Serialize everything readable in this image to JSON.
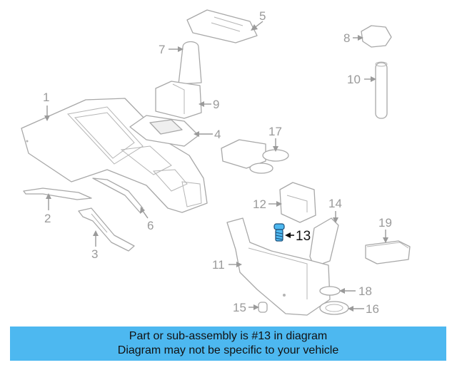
{
  "diagram": {
    "callouts": [
      {
        "id": "c1",
        "number": "1"
      },
      {
        "id": "c2",
        "number": "2"
      },
      {
        "id": "c3",
        "number": "3"
      },
      {
        "id": "c4",
        "number": "4"
      },
      {
        "id": "c5",
        "number": "5"
      },
      {
        "id": "c6",
        "number": "6"
      },
      {
        "id": "c7",
        "number": "7"
      },
      {
        "id": "c8",
        "number": "8"
      },
      {
        "id": "c9",
        "number": "9"
      },
      {
        "id": "c10",
        "number": "10"
      },
      {
        "id": "c11",
        "number": "11"
      },
      {
        "id": "c12",
        "number": "12"
      },
      {
        "id": "c13",
        "number": "13"
      },
      {
        "id": "c14",
        "number": "14"
      },
      {
        "id": "c15",
        "number": "15"
      },
      {
        "id": "c16",
        "number": "16"
      },
      {
        "id": "c17",
        "number": "17"
      },
      {
        "id": "c18",
        "number": "18"
      },
      {
        "id": "c19",
        "number": "19"
      }
    ],
    "highlight_color": "#4db8f0"
  },
  "banner": {
    "line1": "Part or sub-assembly is #13 in diagram",
    "line2": "Diagram may not be specific to your vehicle",
    "background": "#4db8f0"
  }
}
